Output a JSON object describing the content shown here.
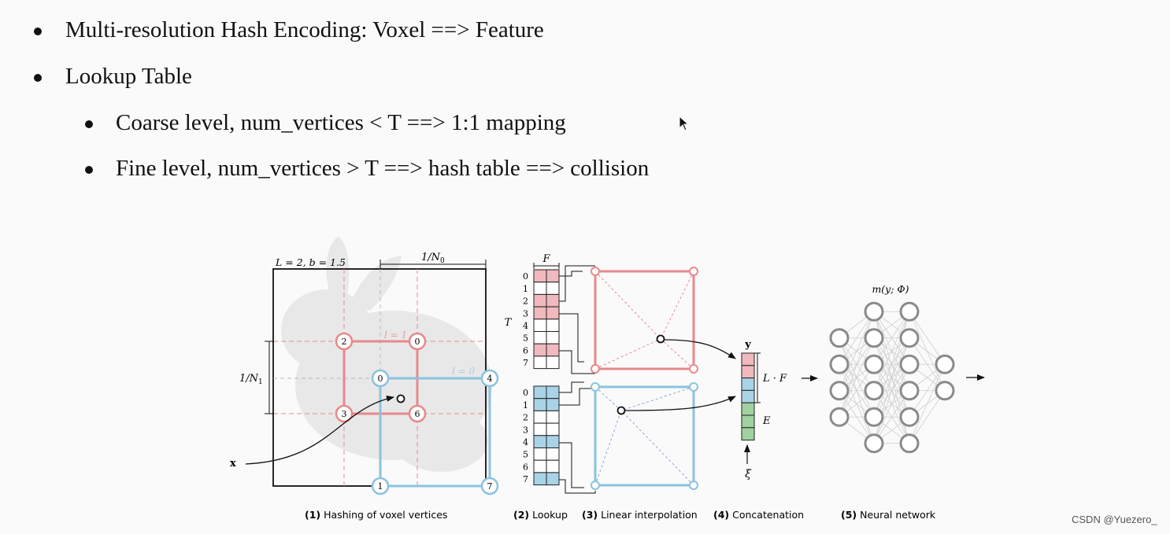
{
  "slide": {
    "bullets": [
      {
        "text": "Multi-resolution Hash Encoding: Voxel ==> Feature"
      },
      {
        "text": "Lookup Table"
      },
      {
        "text": "Coarse level, num_vertices < T ==> 1:1 mapping"
      },
      {
        "text": "Fine level, num_vertices > T ==> hash table ==> collision"
      }
    ]
  },
  "diagram": {
    "params_label": "L = 2,  b = 1.5",
    "n0_label": "1/N",
    "n0_sub": "0",
    "n1_label": "1/N",
    "n1_sub": "1",
    "level1_label": "l = 1",
    "level0_label": "l = 0",
    "x_label": "x",
    "red_vertex_labels": [
      "2",
      "0",
      "3",
      "6"
    ],
    "blue_vertex_labels": [
      "0",
      "4",
      "1",
      "7"
    ],
    "f_label": "F",
    "t_label": "T",
    "table_indices": [
      "0",
      "1",
      "2",
      "3",
      "4",
      "5",
      "6",
      "7"
    ],
    "red_table_filled_rows": [
      0,
      2,
      3,
      6
    ],
    "blue_table_filled_rows": [
      0,
      1,
      4,
      7
    ],
    "y_label": "y",
    "lf_label": "L · F",
    "e_label": "E",
    "xi_label": "ξ",
    "nn_label": "m(y; Φ)",
    "nn_layers": [
      4,
      6,
      6,
      2
    ],
    "colors": {
      "red": "#e8898c",
      "red_fill": "#f0b9bd",
      "blue": "#8ac3de",
      "blue_fill": "#a9d3e7",
      "green_fill": "#9fd29f",
      "neuron": "#8a8a8a",
      "grid_red": "#e58c8c",
      "grid_blue": "#9ac8dd"
    },
    "captions": [
      {
        "num": "(1)",
        "text": "Hashing of voxel vertices"
      },
      {
        "num": "(2)",
        "text": "Lookup"
      },
      {
        "num": "(3)",
        "text": "Linear interpolation"
      },
      {
        "num": "(4)",
        "text": "Concatenation"
      },
      {
        "num": "(5)",
        "text": "Neural network"
      }
    ]
  },
  "watermark": "CSDN @Yuezero_"
}
